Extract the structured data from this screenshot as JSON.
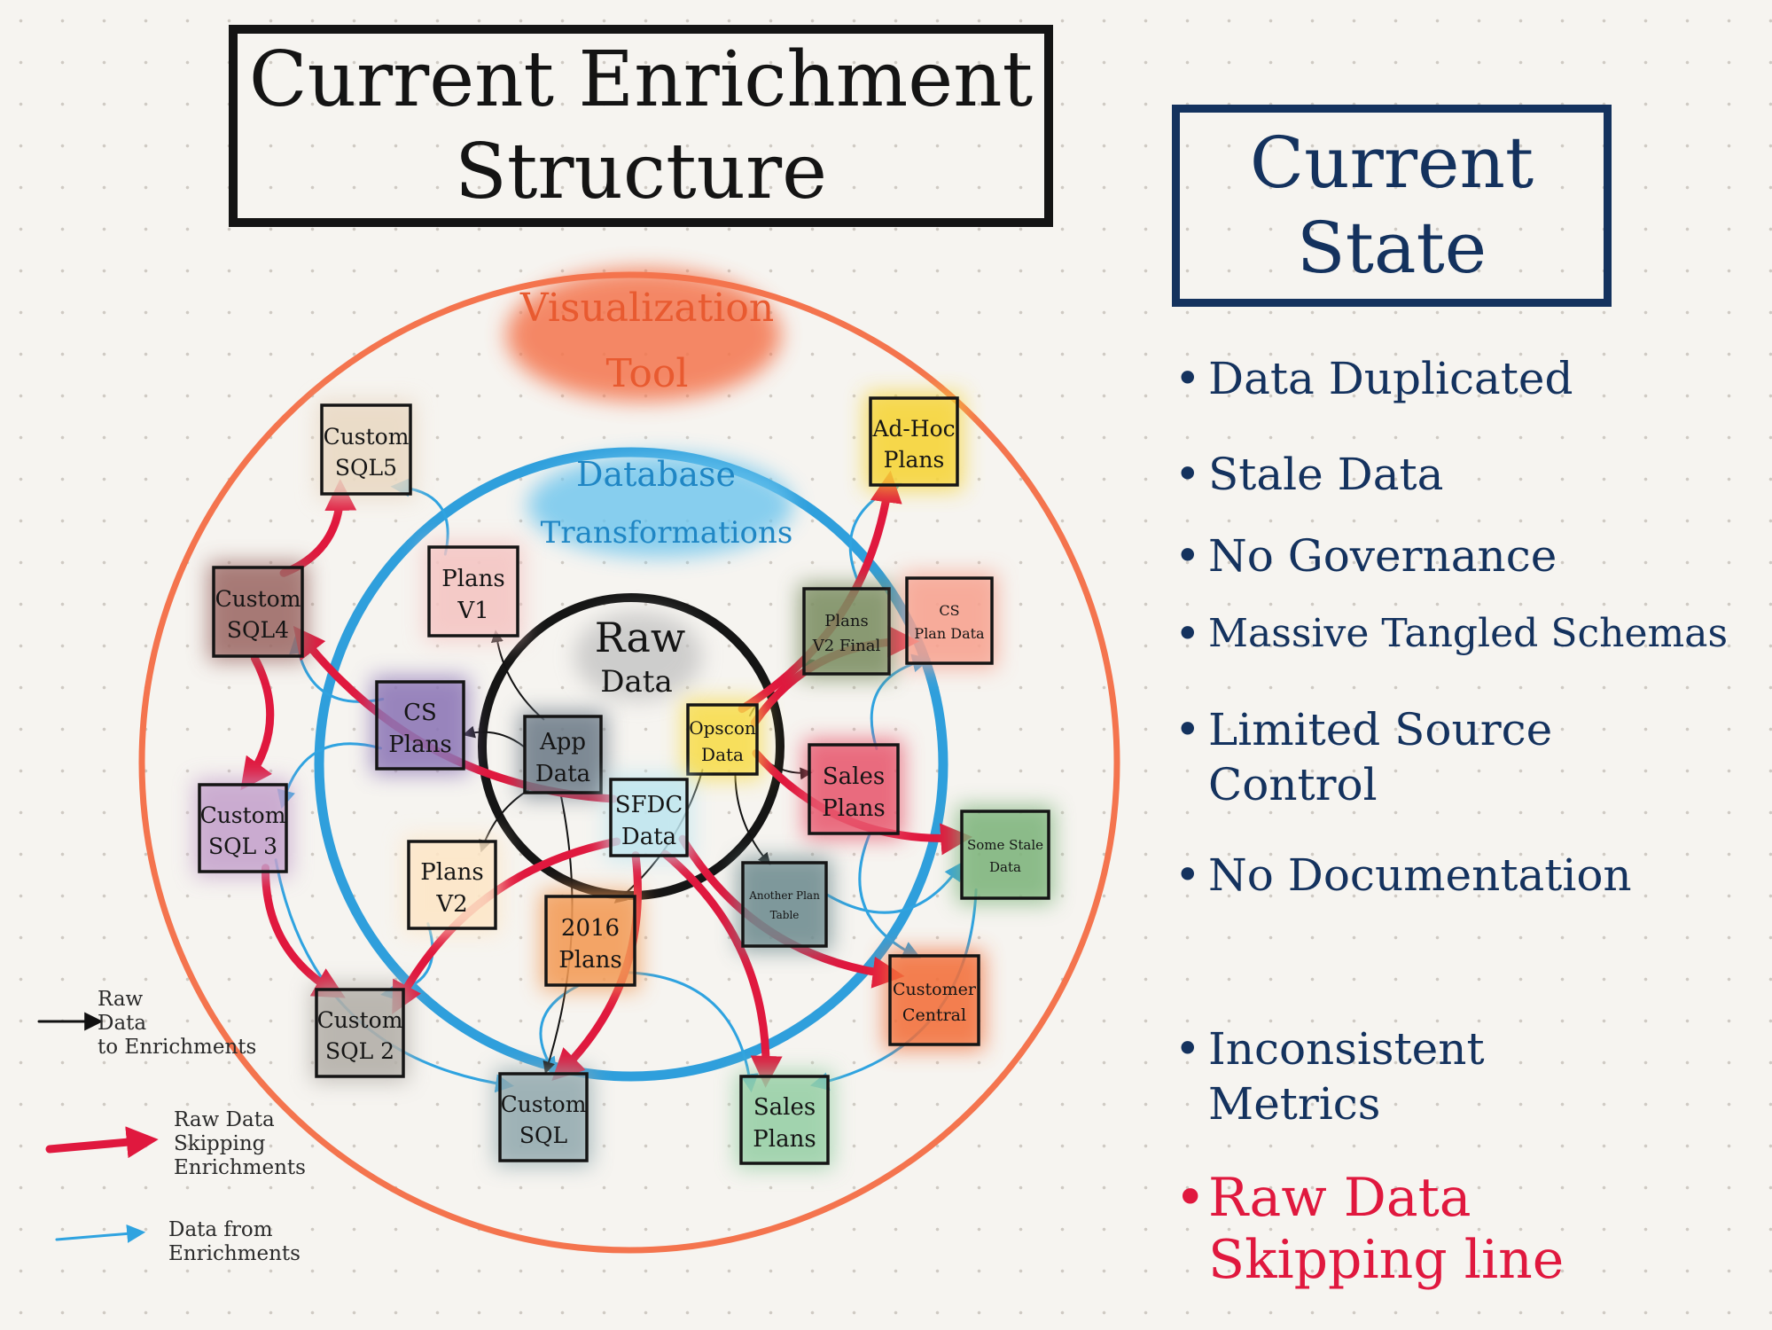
{
  "title": {
    "line1": "Current Enrichment",
    "line2": "Structure"
  },
  "state_panel": {
    "title_line1": "Current",
    "title_line2": "State",
    "items": [
      {
        "text": "Data Duplicated"
      },
      {
        "text": "Stale Data"
      },
      {
        "text": "No Governance"
      },
      {
        "text": "Massive Tangled Schemas"
      },
      {
        "text": "Limited Source Control"
      },
      {
        "text": "No Documentation"
      },
      {
        "text": "Inconsistent Metrics"
      },
      {
        "text": "Raw Data Skipping line"
      }
    ]
  },
  "rings": {
    "outer": {
      "line1": "Visualization",
      "line2": "Tool",
      "color": "#f4744e"
    },
    "middle": {
      "line1": "Database",
      "line2": "Transformations",
      "color": "#2f9fdc"
    },
    "inner": {
      "line1": "Raw",
      "line2": "Data",
      "color": "#151515"
    }
  },
  "nodes": [
    {
      "id": "custom_sql5",
      "line1": "Custom",
      "line2": "SQL5",
      "color": "#e9d8c3"
    },
    {
      "id": "adhoc_plans",
      "line1": "Ad-Hoc",
      "line2": "Plans",
      "color": "#f5d436"
    },
    {
      "id": "custom_sql4",
      "line1": "Custom",
      "line2": "SQL4",
      "color": "#9c6a66"
    },
    {
      "id": "plans_v1",
      "line1": "Plans",
      "line2": "V1",
      "color": "#f4c4c2"
    },
    {
      "id": "plans_v2_final",
      "line1": "Plans",
      "line2": "V2 Final",
      "color": "#7c8e62"
    },
    {
      "id": "cs_plan_data",
      "line1": "CS",
      "line2": "Plan Data",
      "color": "#f7a28f"
    },
    {
      "id": "cs_plans",
      "line1": "CS",
      "line2": "Plans",
      "color": "#8c76b6"
    },
    {
      "id": "app_data",
      "line1": "App",
      "line2": "Data",
      "color": "#6e7c88"
    },
    {
      "id": "opscon_data",
      "line1": "Opscon",
      "line2": "Data",
      "color": "#f8dc4a"
    },
    {
      "id": "sales_plans_1",
      "line1": "Sales",
      "line2": "Plans",
      "color": "#e85a70"
    },
    {
      "id": "custom_sql3",
      "line1": "Custom",
      "line2": "SQL 3",
      "color": "#c5a3cc"
    },
    {
      "id": "sfdc_data",
      "line1": "SFDC",
      "line2": "Data",
      "color": "#bfe6ef"
    },
    {
      "id": "some_stale_data",
      "line1": "Some Stale",
      "line2": "Data",
      "color": "#7eb47c"
    },
    {
      "id": "plans_v2",
      "line1": "Plans",
      "line2": "V2",
      "color": "#fde6c6"
    },
    {
      "id": "another_plan_table",
      "line1": "Another Plan",
      "line2": "Table",
      "color": "#6f8c90"
    },
    {
      "id": "plans_2016",
      "line1": "2016",
      "line2": "Plans",
      "color": "#f39a55"
    },
    {
      "id": "customer_central",
      "line1": "Customer",
      "line2": "Central",
      "color": "#f26f3a"
    },
    {
      "id": "custom_sql2",
      "line1": "Custom",
      "line2": "SQL 2",
      "color": "#b3aea8"
    },
    {
      "id": "custom_sql",
      "line1": "Custom",
      "line2": "SQL",
      "color": "#93aaaf"
    },
    {
      "id": "sales_plans_2",
      "line1": "Sales",
      "line2": "Plans",
      "color": "#97cfa6"
    }
  ],
  "edges": {
    "black": [
      [
        "app_data",
        "cs_plans"
      ],
      [
        "app_data",
        "plans_v1"
      ],
      [
        "app_data",
        "plans_v2"
      ],
      [
        "opscon_data",
        "plans_v2_final"
      ],
      [
        "opscon_data",
        "sales_plans_1"
      ],
      [
        "opscon_data",
        "plans_2016"
      ],
      [
        "opscon_data",
        "another_plan_table"
      ],
      [
        "app_data",
        "custom_sql"
      ]
    ],
    "red": [
      [
        "opscon_data",
        "adhoc_plans"
      ],
      [
        "opscon_data",
        "cs_plan_data"
      ],
      [
        "opscon_data",
        "some_stale_data"
      ],
      [
        "sfdc_data",
        "custom_sql4"
      ],
      [
        "sfdc_data",
        "custom_sql2"
      ],
      [
        "sfdc_data",
        "sales_plans_2"
      ],
      [
        "sfdc_data",
        "customer_central"
      ],
      [
        "sfdc_data",
        "custom_sql"
      ],
      [
        "custom_sql4",
        "custom_sql5"
      ],
      [
        "custom_sql4",
        "custom_sql3"
      ],
      [
        "custom_sql3",
        "custom_sql2"
      ]
    ],
    "blue": [
      [
        "plans_v1",
        "custom_sql5"
      ],
      [
        "cs_plans",
        "custom_sql4"
      ],
      [
        "cs_plans",
        "custom_sql3"
      ],
      [
        "plans_v2",
        "custom_sql2"
      ],
      [
        "plans_2016",
        "custom_sql"
      ],
      [
        "plans_2016",
        "sales_plans_2"
      ],
      [
        "another_plan_table",
        "some_stale_data"
      ],
      [
        "sales_plans_1",
        "cs_plan_data"
      ],
      [
        "sales_plans_1",
        "customer_central"
      ],
      [
        "plans_v2_final",
        "adhoc_plans"
      ],
      [
        "custom_sql3",
        "custom_sql"
      ],
      [
        "some_stale_data",
        "sales_plans_2"
      ]
    ]
  },
  "legend": [
    {
      "text": "Raw\nData\nto Enrichments",
      "color": "#111111"
    },
    {
      "text": "Raw Data\nSkipping\nEnrichments",
      "color": "#e0183e"
    },
    {
      "text": "Data from\nEnrichments",
      "color": "#2fa3e0"
    }
  ]
}
